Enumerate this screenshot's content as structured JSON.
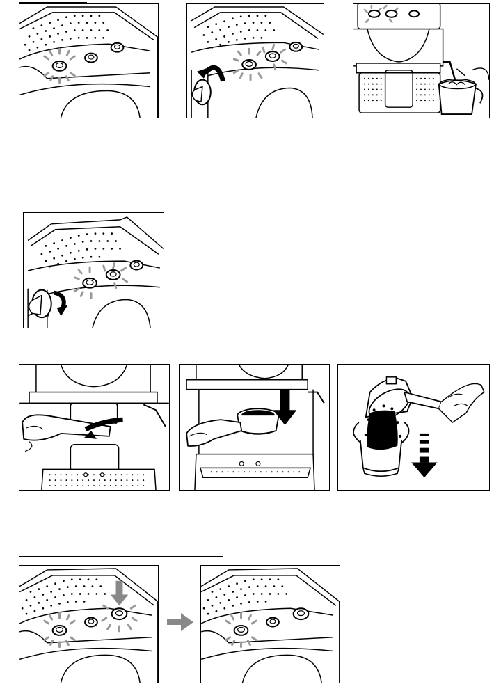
{
  "document": {
    "kind": "instruction-illustrations",
    "sections": [
      {
        "id": "section-1",
        "figures": [
          "steam-ready",
          "knob-open",
          "milk-frothing"
        ]
      },
      {
        "id": "section-2",
        "figures": [
          "knob-close"
        ]
      },
      {
        "id": "section-3",
        "figures": [
          "filter-holder-remove",
          "filter-holder-insert",
          "fill-ground-coffee"
        ]
      },
      {
        "id": "section-4",
        "figures": [
          "press-coffee-button",
          "coffee-ready"
        ]
      }
    ],
    "icons": {
      "power_button": "power-icon",
      "steam_button": "steam-icon",
      "coffee_button": "cup-icon",
      "sequence_arrow": "right-arrow-icon"
    },
    "colors": {
      "line": "#000000",
      "glow": "#999999",
      "arrow_fill": "#888888",
      "background": "#ffffff"
    }
  }
}
